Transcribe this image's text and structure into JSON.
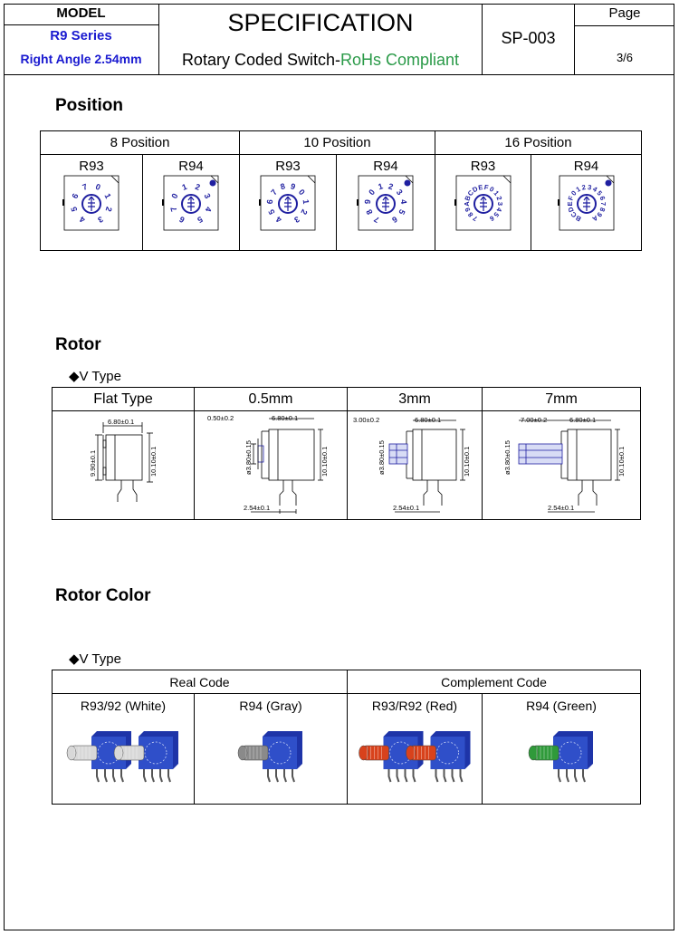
{
  "header": {
    "model_label": "MODEL",
    "series": "R9 Series",
    "variant": "Right Angle 2.54mm",
    "title": "SPECIFICATION",
    "subtitle_prefix": "Rotary Coded Switch-",
    "subtitle_suffix": "RoHs Compliant",
    "doc_code": "SP-003",
    "page_label": "Page",
    "page_value": "3/6"
  },
  "colors": {
    "series_blue": "#1a1ad0",
    "rohs_green": "#2a9a48",
    "dial_blue": "#1f1fa0",
    "rotor_body": "#2f4fc9"
  },
  "position": {
    "title": "Position",
    "groups": [
      "8 Position",
      "10 Position",
      "16 Position"
    ],
    "models": [
      "R93",
      "R94",
      "R93",
      "R94",
      "R93",
      "R94"
    ],
    "dials": [
      {
        "digits": "4 5 6 7 0 1 2 3"
      },
      {
        "digits": "6 7 0 1 2 3 4 5"
      },
      {
        "digits": "4 5 6 7 8 9 0 1 2 3"
      },
      {
        "digits": "7 8 9 0 1 2 3 4 5 6"
      },
      {
        "digits": "7 8 9 A B C D E F 0 1 2 3 4 5 6"
      },
      {
        "digits": "B C D E F 0 1 2 3 4 5 6 7 8 9 A"
      }
    ]
  },
  "rotor": {
    "title": "Rotor",
    "vtype": "◆V Type",
    "columns": [
      "Flat Type",
      "0.5mm",
      "3mm",
      "7mm"
    ],
    "dims": {
      "width": "6.80±0.1",
      "height_flat": "9.90±0.1",
      "height": "10.10±0.1",
      "shaft_dia": "ø3.80±0.15",
      "pitch": "2.54±0.1",
      "shaft_05": "0.50±0.2",
      "shaft_3": "3.00±0.2",
      "shaft_7": "7.00±0.2"
    }
  },
  "rotor_color": {
    "title": "Rotor Color",
    "vtype": "◆V Type",
    "groups": [
      "Real Code",
      "Complement Code"
    ],
    "items": [
      "R93/92 (White)",
      "R94 (Gray)",
      "R93/R92 (Red)",
      "R94 (Green)"
    ],
    "knob_colors": [
      "#d8d8d8",
      "#8a8a8a",
      "#d8421c",
      "#2f9a3a"
    ]
  }
}
